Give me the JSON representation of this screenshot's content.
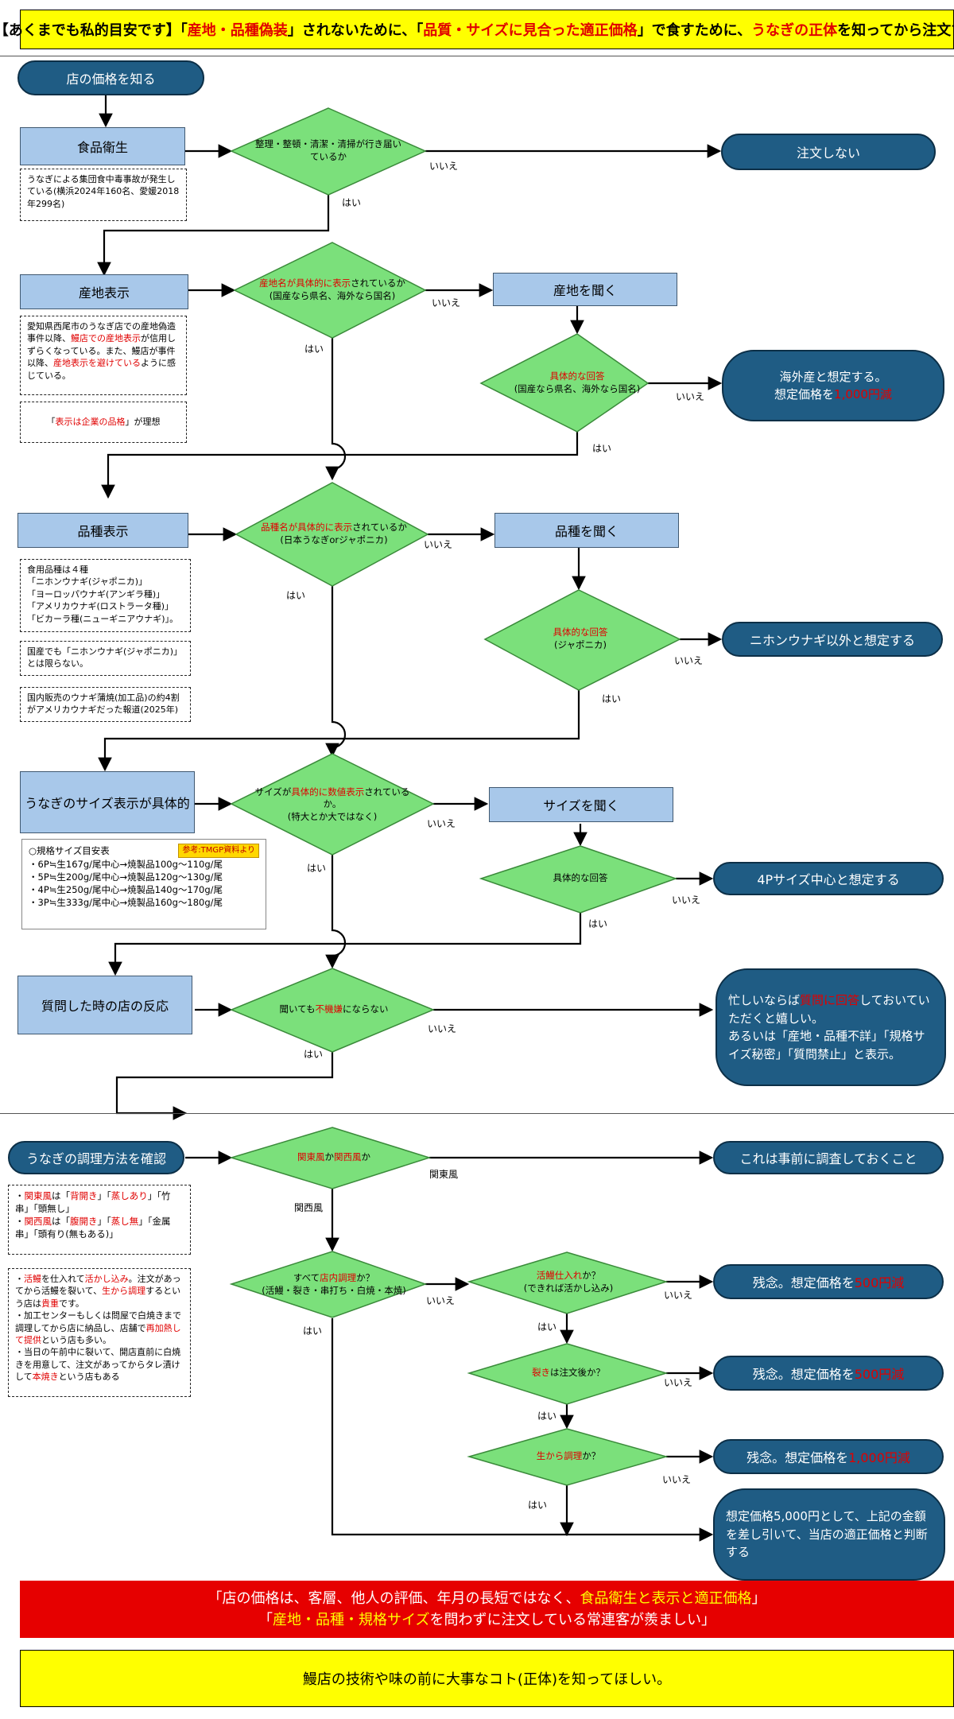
{
  "banner_top": {
    "p1": "【あくまでも私的目安です】「",
    "p2": "産地・品種偽装",
    "p3": "」されないために、「",
    "p4": "品質・サイズに見合った適正価格",
    "p5": "」で食すために、",
    "p6": "うなぎの正体",
    "p7": "を知ってから注文する"
  },
  "start": "店の価格を知る",
  "hygiene": {
    "box": "食品衛生",
    "note": "うなぎによる集団食中毒事故が発生している(横浜2024年160名、愛媛2018年299名)",
    "question": "整理・整頓・清潔・清掃が行き届いているか",
    "result": "注文しない"
  },
  "origin": {
    "box": "産地表示",
    "note_a": "愛知県西尾市のうなぎ店での産地偽造事件以降、",
    "note_b": "鰻店での産地表示",
    "note_c": "が信用しずらくなっている。また、鰻店が事件以降、",
    "note_d": "産地表示を避けている",
    "note_e": "ように感じている。",
    "note2_a": "「",
    "note2_b": "表示は企業の品格",
    "note2_c": "」が理想",
    "q_a": "産地名が具体的に表示",
    "q_b": "されているか",
    "q_c": "(国産なら県名、海外なら国名)",
    "ask": "産地を聞く",
    "q2_a": "具体的な回答",
    "q2_b": "(国産なら県名、海外なら国名)",
    "result_a": "海外産と想定する。",
    "result_b": "想定価格を",
    "result_c": "1,000円減"
  },
  "species": {
    "box": "品種表示",
    "note_lines": [
      "食用品種は４種",
      "「ニホンウナギ(ジャポニカ)」",
      "「ヨーロッパウナギ(アンギラ種)」",
      "「アメリカウナギ(ロストラータ種)」",
      "「ビカーラ種(ニューギニアウナギ)」。"
    ],
    "note2": "国産でも「ニホンウナギ(ジャポニカ)」とは限らない。",
    "note3": "国内販売のウナギ蒲焼(加工品)の約4割がアメリカウナギだった報道(2025年)",
    "q_a": "品種名が具体的に表示",
    "q_b": "されているか",
    "q_c": "(日本うなぎorジャポニカ)",
    "ask": "品種を聞く",
    "q2_a": "具体的な回答",
    "q2_b": "(ジャポニカ)",
    "result": "ニホンウナギ以外と想定する"
  },
  "size": {
    "box": "うなぎのサイズ表示が具体的",
    "note_title": "○規格サイズ目安表",
    "note_tag": "参考:TMGP資料より",
    "note_lines": [
      "・6P≒生167g/尾中心→焼製品100g～110g/尾",
      "・5P≒生200g/尾中心→焼製品120g～130g/尾",
      "・4P≒生250g/尾中心→焼製品140g～170g/尾",
      "・3P≒生333g/尾中心→焼製品160g～180g/尾"
    ],
    "q_a": "サイズが",
    "q_b": "具体的に数値表示",
    "q_c": "されているか。",
    "q_d": "(特大とか大ではなく)",
    "ask": "サイズを聞く",
    "q2": "具体的な回答",
    "result": "4Pサイズ中心と想定する"
  },
  "reaction": {
    "box": "質問した時の店の反応",
    "q_a": "聞いても",
    "q_b": "不機嫌",
    "q_c": "にならない",
    "r1_a": "忙しいならば",
    "r1_b": "質問に回答",
    "r1_c": "しておいていただくと嬉しい。",
    "r2": "あるいは「産地・品種不詳」「規格サイズ秘密」「質問禁止」と表示。"
  },
  "cooking": {
    "box": "うなぎの調理方法を確認",
    "note_l1a": "・",
    "note_l1b": "関東風",
    "note_l1c": "は「",
    "note_l1d": "背開き",
    "note_l1e": "」「",
    "note_l1f": "蒸しあり",
    "note_l1g": "」「竹串」「頭無し」",
    "note_l2a": "・",
    "note_l2b": "関西風",
    "note_l2c": "は「",
    "note_l2d": "腹開き",
    "note_l2e": "」「",
    "note_l2f": "蒸し無",
    "note_l2g": "」「金属串」「頭有り(無もある)」",
    "q_a": "関東風",
    "q_b": "か",
    "q_c": "関西風",
    "q_d": "か",
    "result": "これは事前に調査しておくこと",
    "kansai": "関西風",
    "kanto": "関東風",
    "note2_l1a": "・",
    "note2_l1b": "活鰻",
    "note2_l1c": "を仕入れて",
    "note2_l1d": "活かし込み",
    "note2_l1e": "。注文があってから活鰻を裂いて、",
    "note2_l1f": "生から調理",
    "note2_l1g": "するという店は",
    "note2_l1h": "貴重",
    "note2_l1i": "です。",
    "note2_l2a": "・加工センターもしくは問屋で白焼きまで調理してから店に納品し、店舗で",
    "note2_l2b": "再加熱して提供",
    "note2_l2c": "という店も多い。",
    "note2_l3a": "・当日の午前中に裂いて、開店直前に白焼きを用意して、注文があってからタレ漬けして",
    "note2_l3b": "本焼き",
    "note2_l3c": "という店もある",
    "q2_a": "すべて",
    "q2_b": "店内調理",
    "q2_c": "か？",
    "q2_d": "(活鰻・裂き・串打ち・白焼・本焼)",
    "q3_a": "活鰻仕入れ",
    "q3_b": "か？",
    "q3_c": "(できれば活かし込み)",
    "r3_a": "残念。想定価格を",
    "r3_b": "500円減",
    "q4_a": "裂き",
    "q4_b": "は注文後か？",
    "r4_a": "残念。想定価格を",
    "r4_b": "500円減",
    "q5_a": "生から調理",
    "q5_b": "か？",
    "r5_a": "残念。想定価格を",
    "r5_b": "1,000円減",
    "final": "想定価格5,000円として、上記の金額を差し引いて、当店の適正価格と判断する"
  },
  "labels": {
    "yes": "はい",
    "no": "いいえ"
  },
  "banner_red": {
    "l1a": "「店の価格は、客層、他人の評価、年月の長短ではなく、",
    "l1b": "食品衛生と表示と適正価格",
    "l1c": "」",
    "l2a": "「",
    "l2b": "産地・品種・規格サイズ",
    "l2c": "を問わずに注文している常連客が羨ましい」"
  },
  "banner_bottom": "鰻店の技術や味の前に大事なコト(正体)を知ってほしい。",
  "colors": {
    "diamond": "#7be07b",
    "pill": "#1f5c84",
    "rect": "#a8c8ea",
    "accent": "#e00000"
  }
}
